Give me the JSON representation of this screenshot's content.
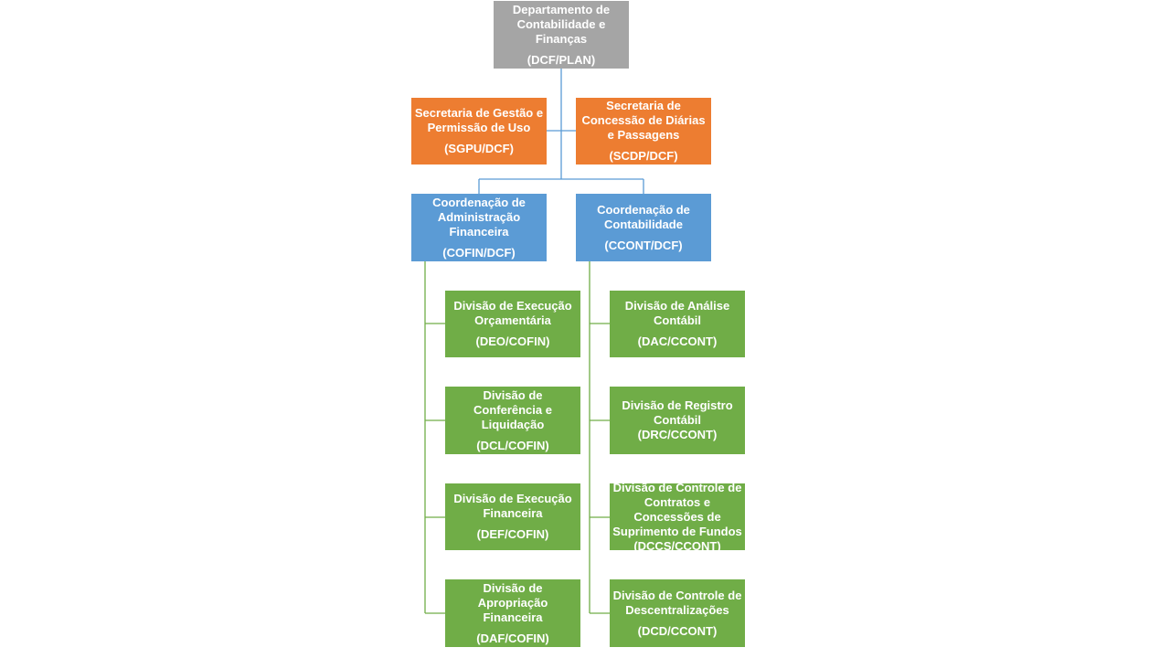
{
  "org": {
    "root": {
      "title": "Departamento de Contabilidade e Finanças",
      "code": "(DCF/PLAN)",
      "color": "#a5a5a5"
    },
    "secretarias": [
      {
        "title": "Secretaria de Gestão e Permissão de Uso",
        "code": "(SGPU/DCF)",
        "color": "#ed7d31"
      },
      {
        "title": "Secretaria de Concessão de Diárias e Passagens",
        "code": "(SCDP/DCF)",
        "color": "#ed7d31"
      }
    ],
    "coordenacoes": [
      {
        "title": "Coordenação de Administração Financeira",
        "code": "(COFIN/DCF)",
        "color": "#5b9bd5",
        "divisoes": [
          {
            "title": "Divisão de Execução Orçamentária",
            "code": "(DEO/COFIN)"
          },
          {
            "title": "Divisão de Conferência e Liquidação",
            "code": "(DCL/COFIN)"
          },
          {
            "title": "Divisão de Execução Financeira",
            "code": "(DEF/COFIN)"
          },
          {
            "title": "Divisão de Apropriação Financeira",
            "code": "(DAF/COFIN)"
          }
        ]
      },
      {
        "title": "Coordenação de Contabilidade",
        "code": "(CCONT/DCF)",
        "color": "#5b9bd5",
        "divisoes": [
          {
            "title": "Divisão de Análise Contábil",
            "code": "(DAC/CCONT)"
          },
          {
            "title": "Divisão de Registro Contábil",
            "code": "(DRC/CCONT)"
          },
          {
            "title": "Divisão de Controle de Contratos e Concessões de Suprimento de Fundos (DCCS/CCONT)",
            "code": ""
          },
          {
            "title": "Divisão de Controle de Descentralizações",
            "code": "(DCD/CCONT)"
          }
        ]
      }
    ],
    "division_color": "#70ad47"
  }
}
